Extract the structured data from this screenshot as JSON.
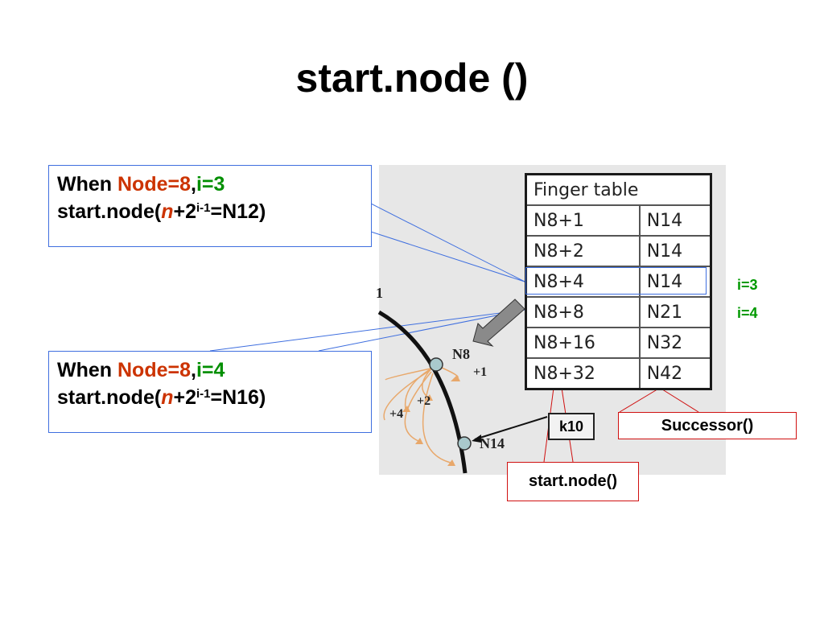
{
  "title": "start.node ()",
  "callout_top": {
    "when": "When ",
    "node": "Node=8",
    "comma": ",",
    "i": "i=3",
    "call_prefix": "start.node(",
    "n": "n",
    "plus": "+2",
    "sup": "i-1",
    "result": "=N12)"
  },
  "callout_bottom": {
    "when": "When ",
    "node": "Node=8",
    "comma": ",",
    "i": "i=4",
    "call_prefix": "start.node(",
    "n": "n",
    "plus": "+2",
    "sup": "i-1",
    "result": "=N16)"
  },
  "finger_table": {
    "header": "Finger table",
    "rows": [
      {
        "start": "N8+1",
        "succ": "N14"
      },
      {
        "start": "N8+2",
        "succ": "N14"
      },
      {
        "start": "N8+4",
        "succ": "N14"
      },
      {
        "start": "N8+8",
        "succ": "N21"
      },
      {
        "start": "N8+16",
        "succ": "N32"
      },
      {
        "start": "N8+32",
        "succ": "N42"
      }
    ]
  },
  "side_labels": {
    "i3": "i=3",
    "i4": "i=4"
  },
  "ring_labels": {
    "partial": "1",
    "n8": "N8",
    "n14": "N14",
    "p1": "+1",
    "p2": "+2",
    "p4": "+4",
    "key": "k10"
  },
  "successor_label": "Successor()",
  "startnode_label": "start.node()",
  "colors": {
    "highlight_red": "#cc3300",
    "highlight_green": "#008f00",
    "callout_border": "#3f6fdf",
    "arrow_orange": "#e8a86b",
    "node_fill": "#a9c9cc"
  }
}
